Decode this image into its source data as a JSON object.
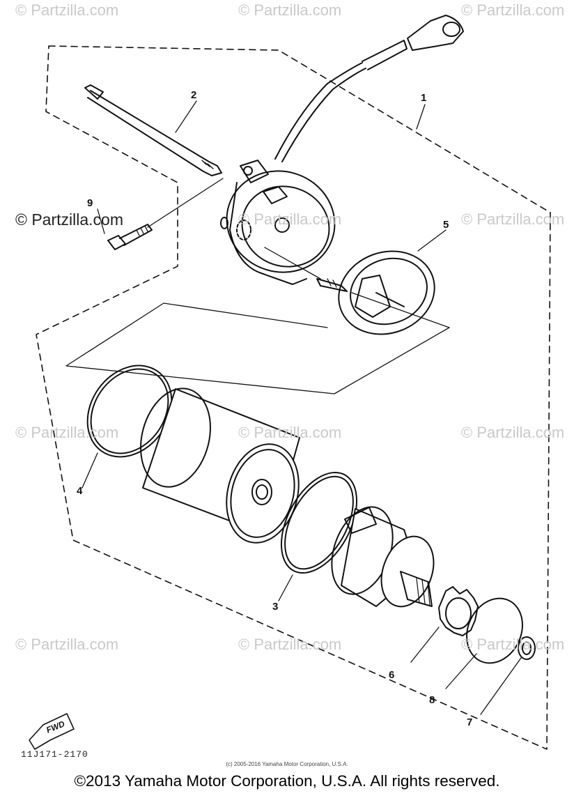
{
  "watermarks": {
    "top": [
      "© Partzilla.com",
      "© Partzilla.com",
      "© Partzilla.com"
    ],
    "upper": [
      "© Partzilla.com",
      "© Partzilla.com",
      "© Partzilla.com"
    ],
    "middle": [
      "© Partzilla.com",
      "© Partzilla.com",
      "© Partzilla.com"
    ],
    "lower": [
      "© Partzilla.com",
      "© Partzilla.com",
      "© Partzilla.com"
    ]
  },
  "callouts": {
    "c1": "1",
    "c2": "2",
    "c3": "3",
    "c4": "4",
    "c5": "5",
    "c6": "6",
    "c7": "7",
    "c8": "8",
    "c9": "9"
  },
  "fwd_label": "FWD",
  "diagram_code": "11J171-2170",
  "small_copyright": "(c) 2005-2016 Yamaha Motor Corporation, U.S.A.",
  "copyright": "©2013 Yamaha Motor Corporation, U.S.A. All rights reserved."
}
